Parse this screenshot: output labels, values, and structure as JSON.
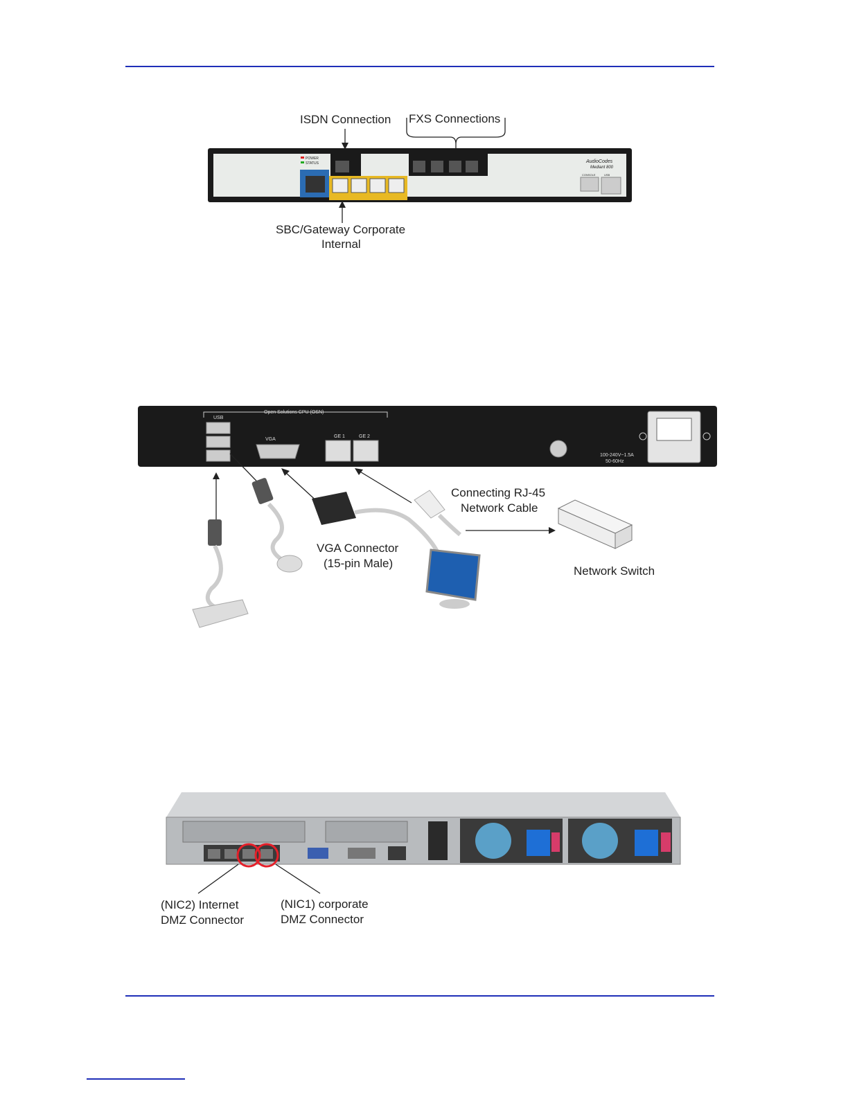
{
  "figure1": {
    "isdn_label": "ISDN Connection",
    "fxs_label": "FXS Connections",
    "sbc_label_line1": "SBC/Gateway Corporate",
    "sbc_label_line2": "Internal",
    "brand_line1": "AudioCodes",
    "brand_line2": "Mediant 800",
    "led_power": "POWER",
    "led_status": "STATUS",
    "console_label": "CONSOLE",
    "usb_label": "USB"
  },
  "figure2": {
    "osn_label": "Open Solutions CPU (OSN)",
    "usb_label": "USB",
    "vga_label": "VGA",
    "ge1_label": "GE 1",
    "ge2_label": "GE 2",
    "power_rating_line1": "100-240V~1.5A",
    "power_rating_line2": "50-60Hz",
    "rj45_label_line1": "Connecting RJ-45",
    "rj45_label_line2": "Network Cable",
    "vga_conn_line1": "VGA Connector",
    "vga_conn_line2": "(15-pin Male)",
    "switch_label": "Network Switch"
  },
  "figure3": {
    "nic2_line1": "(NIC2) Internet",
    "nic2_line2": "DMZ Connector",
    "nic1_line1": "(NIC1) corporate",
    "nic1_line2": "DMZ Connector"
  },
  "colors": {
    "rule": "#1f2fb8",
    "highlight": "#e5202a",
    "device_dark": "#1a1a1a",
    "fxs_yellow": "#e8b923",
    "wan_blue": "#2b6cb3"
  }
}
